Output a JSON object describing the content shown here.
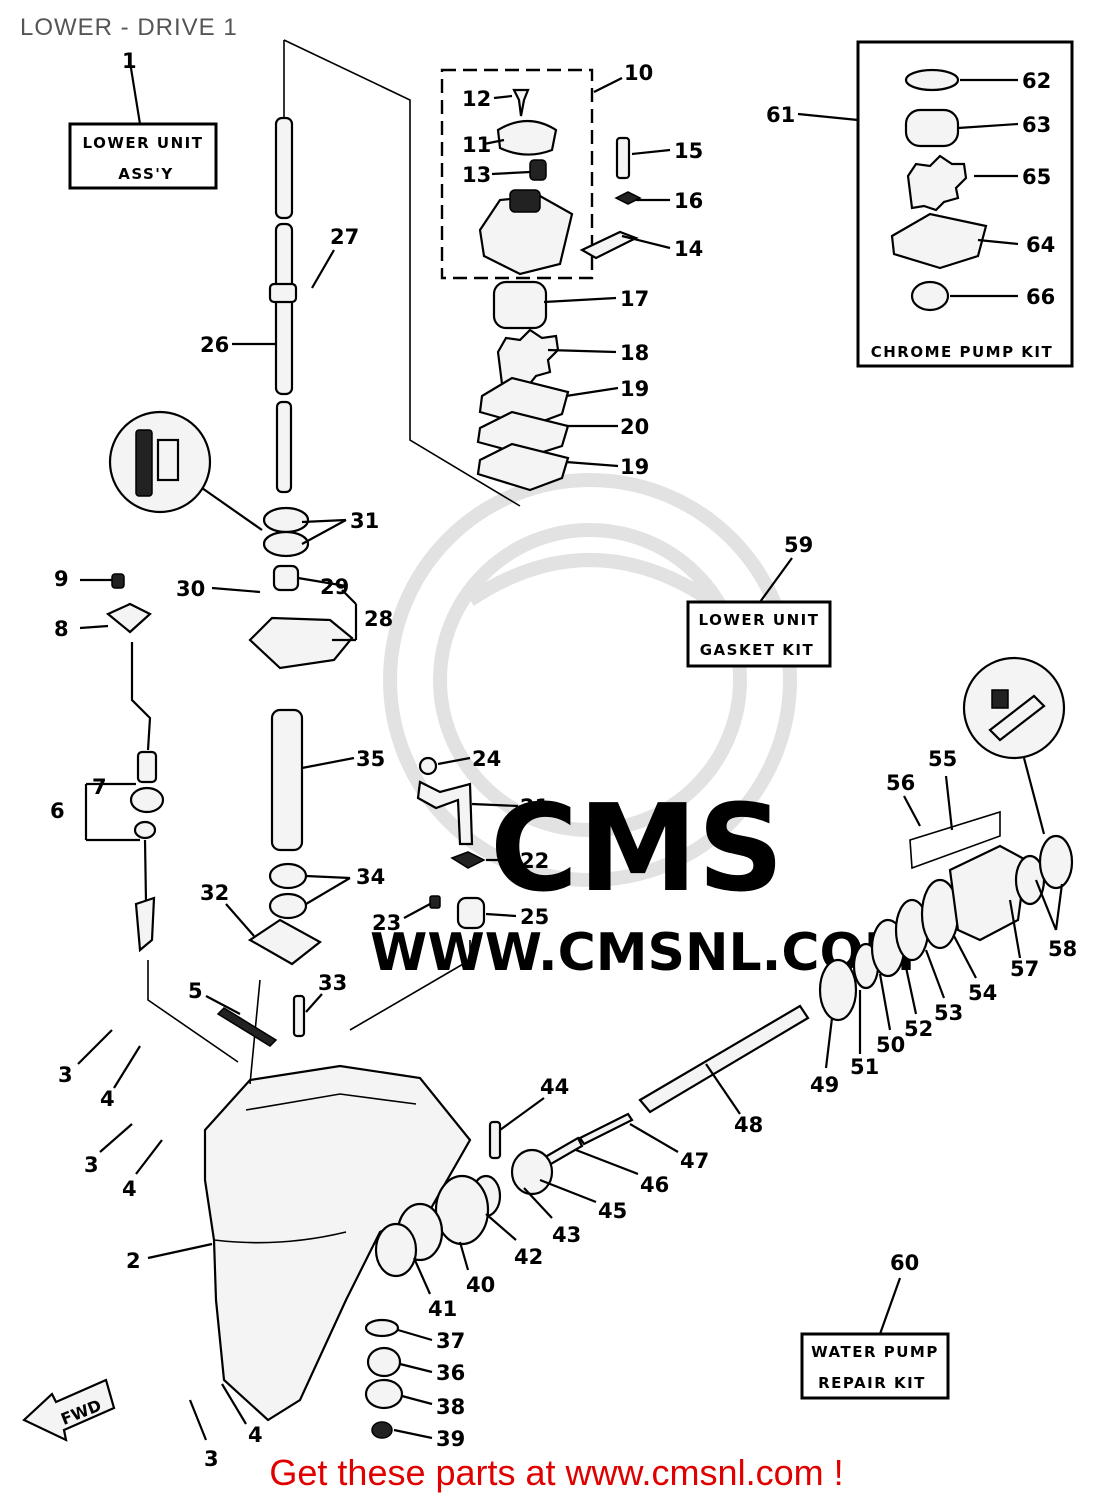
{
  "header": {
    "title": "LOWER - DRIVE 1"
  },
  "boxes": {
    "lower_unit_assy": {
      "line1": "LOWER UNIT",
      "line2": "ASS'Y"
    },
    "chrome_pump_kit": {
      "label": "CHROME PUMP KIT"
    },
    "lower_unit_gasket_kit": {
      "line1": "LOWER UNIT",
      "line2": "GASKET KIT"
    },
    "water_pump_repair_kit": {
      "line1": "WATER PUMP",
      "line2": "REPAIR KIT"
    },
    "fwd_arrow": {
      "label": "FWD"
    }
  },
  "callouts": [
    "1",
    "2",
    "3",
    "3",
    "3",
    "4",
    "4",
    "4",
    "5",
    "6",
    "7",
    "8",
    "9",
    "10",
    "11",
    "12",
    "13",
    "14",
    "15",
    "16",
    "17",
    "18",
    "19",
    "19",
    "20",
    "21",
    "22",
    "23",
    "24",
    "25",
    "26",
    "27",
    "28",
    "29",
    "30",
    "31",
    "32",
    "33",
    "34",
    "35",
    "36",
    "37",
    "38",
    "39",
    "40",
    "41",
    "42",
    "43",
    "44",
    "45",
    "46",
    "47",
    "48",
    "49",
    "50",
    "51",
    "52",
    "53",
    "54",
    "55",
    "56",
    "57",
    "58",
    "59",
    "60",
    "61",
    "62",
    "63",
    "64",
    "65",
    "66"
  ],
  "watermark": {
    "brand": "CMS",
    "url": "WWW.CMSNL.COM"
  },
  "footer": {
    "text": "Get these parts at www.cmsnl.com !"
  },
  "colors": {
    "footer": "#e00000",
    "title": "#555555",
    "watermark": "#e0e0e0"
  }
}
